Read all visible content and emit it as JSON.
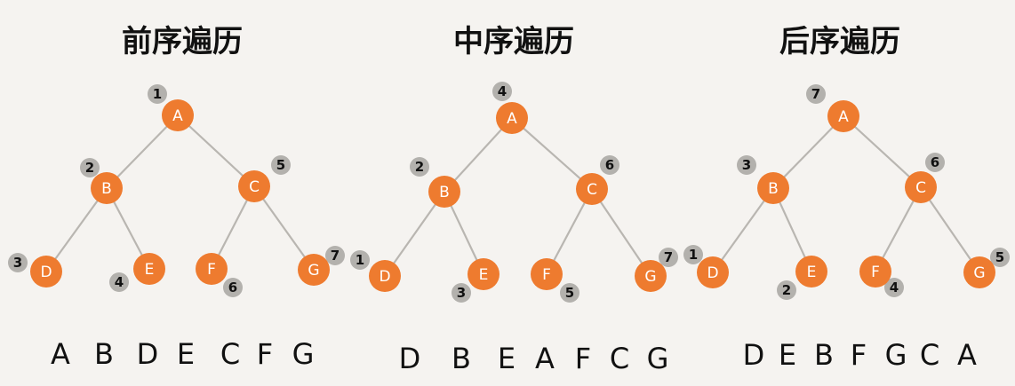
{
  "panels": [
    {
      "title": "前序遍历",
      "nodes": [
        {
          "id": "A",
          "label": "A",
          "order": "1"
        },
        {
          "id": "B",
          "label": "B",
          "order": "2"
        },
        {
          "id": "C",
          "label": "C",
          "order": "5"
        },
        {
          "id": "D",
          "label": "D",
          "order": "3"
        },
        {
          "id": "E",
          "label": "E",
          "order": "4"
        },
        {
          "id": "F",
          "label": "F",
          "order": "6"
        },
        {
          "id": "G",
          "label": "G",
          "order": "7"
        }
      ],
      "sequence": [
        "A",
        "B",
        "D",
        "E",
        "C",
        "F",
        "G"
      ]
    },
    {
      "title": "中序遍历",
      "nodes": [
        {
          "id": "A",
          "label": "A",
          "order": "4"
        },
        {
          "id": "B",
          "label": "B",
          "order": "2"
        },
        {
          "id": "C",
          "label": "C",
          "order": "6"
        },
        {
          "id": "D",
          "label": "D",
          "order": "1"
        },
        {
          "id": "E",
          "label": "E",
          "order": "3"
        },
        {
          "id": "F",
          "label": "F",
          "order": "5"
        },
        {
          "id": "G",
          "label": "G",
          "order": "7"
        }
      ],
      "sequence": [
        "D",
        "B",
        "E",
        "A",
        "F",
        "C",
        "G"
      ]
    },
    {
      "title": "后序遍历",
      "nodes": [
        {
          "id": "A",
          "label": "A",
          "order": "7"
        },
        {
          "id": "B",
          "label": "B",
          "order": "3"
        },
        {
          "id": "C",
          "label": "C",
          "order": "6"
        },
        {
          "id": "D",
          "label": "D",
          "order": "1"
        },
        {
          "id": "E",
          "label": "E",
          "order": "2"
        },
        {
          "id": "F",
          "label": "F",
          "order": "4"
        },
        {
          "id": "G",
          "label": "G",
          "order": "5"
        }
      ],
      "sequence": [
        "D",
        "E",
        "B",
        "F",
        "G",
        "C",
        "A"
      ]
    }
  ],
  "edges": [
    [
      "A",
      "B"
    ],
    [
      "A",
      "C"
    ],
    [
      "B",
      "D"
    ],
    [
      "B",
      "E"
    ],
    [
      "C",
      "F"
    ],
    [
      "C",
      "G"
    ]
  ],
  "colors": {
    "node": "#ee7b2f",
    "badge": "#b3b1ad",
    "edge": "#b9b6b1",
    "background": "#f5f3f0"
  }
}
